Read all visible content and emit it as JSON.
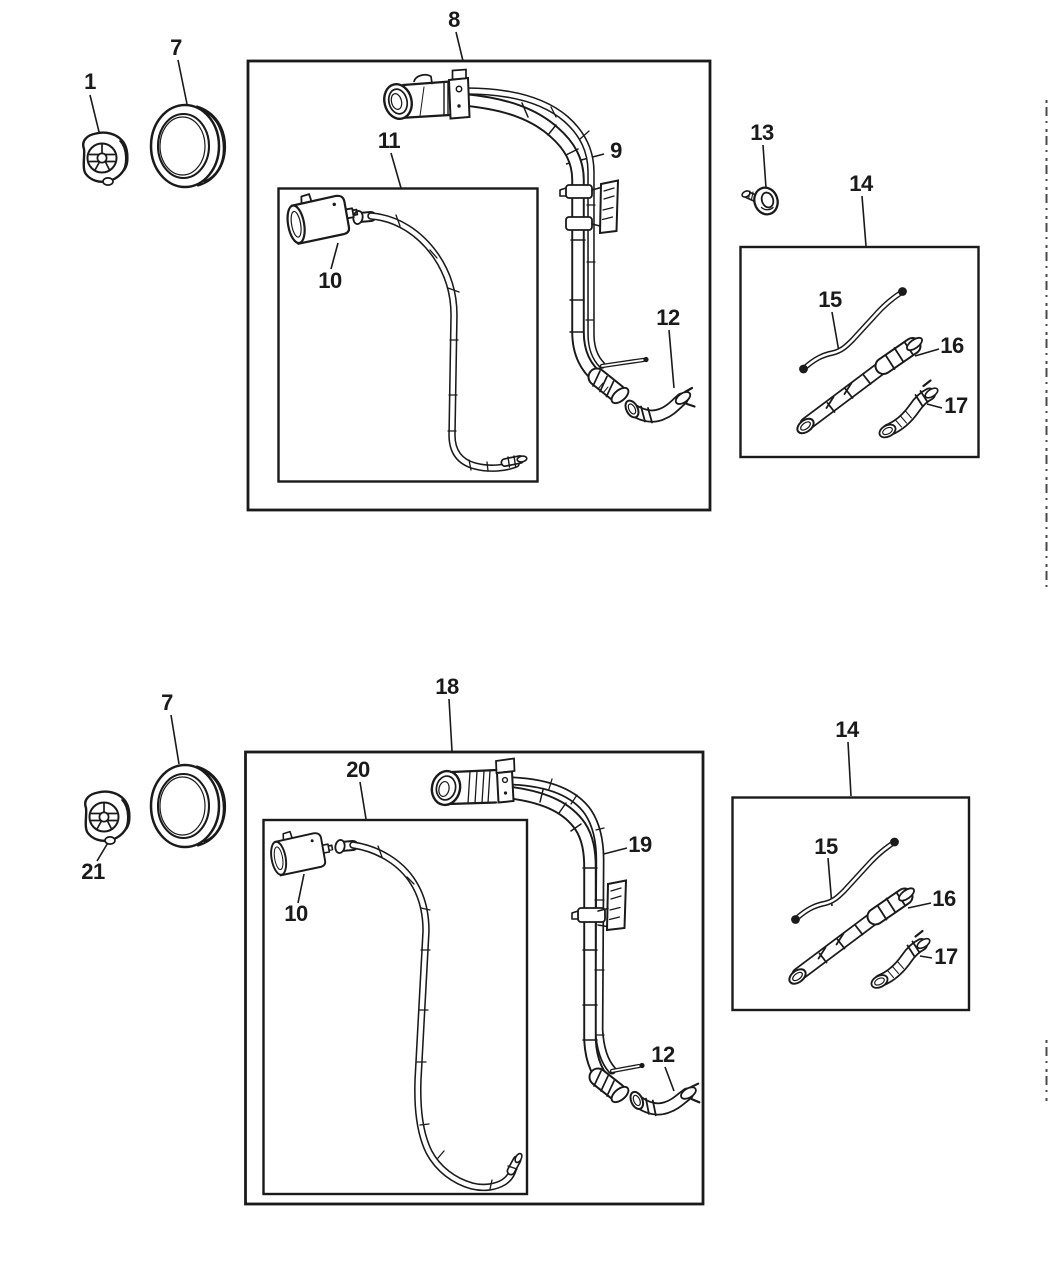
{
  "document": {
    "kind": "exploded-parts-diagram",
    "sections": [
      "top-assembly",
      "bottom-assembly"
    ]
  },
  "colors": {
    "background": "#ffffff",
    "line": "#1a1a1a"
  },
  "callouts": {
    "top": {
      "cap": "1",
      "seal": "7",
      "filler_tube_assembly": "8",
      "filler_tube": "9",
      "canister": "10",
      "vent_tube_assembly": "11",
      "fuel_filler_hose": "12",
      "screw": "13",
      "tube_kit": "14",
      "kit_vent_line": "15",
      "kit_filler_tube": "16",
      "kit_hose": "17"
    },
    "bottom": {
      "seal": "7",
      "cap": "21",
      "filler_tube_assembly": "18",
      "filler_tube": "19",
      "canister": "10",
      "vent_tube_assembly": "20",
      "fuel_filler_hose": "12",
      "tube_kit": "14",
      "kit_vent_line": "15",
      "kit_filler_tube": "16",
      "kit_hose": "17"
    }
  }
}
